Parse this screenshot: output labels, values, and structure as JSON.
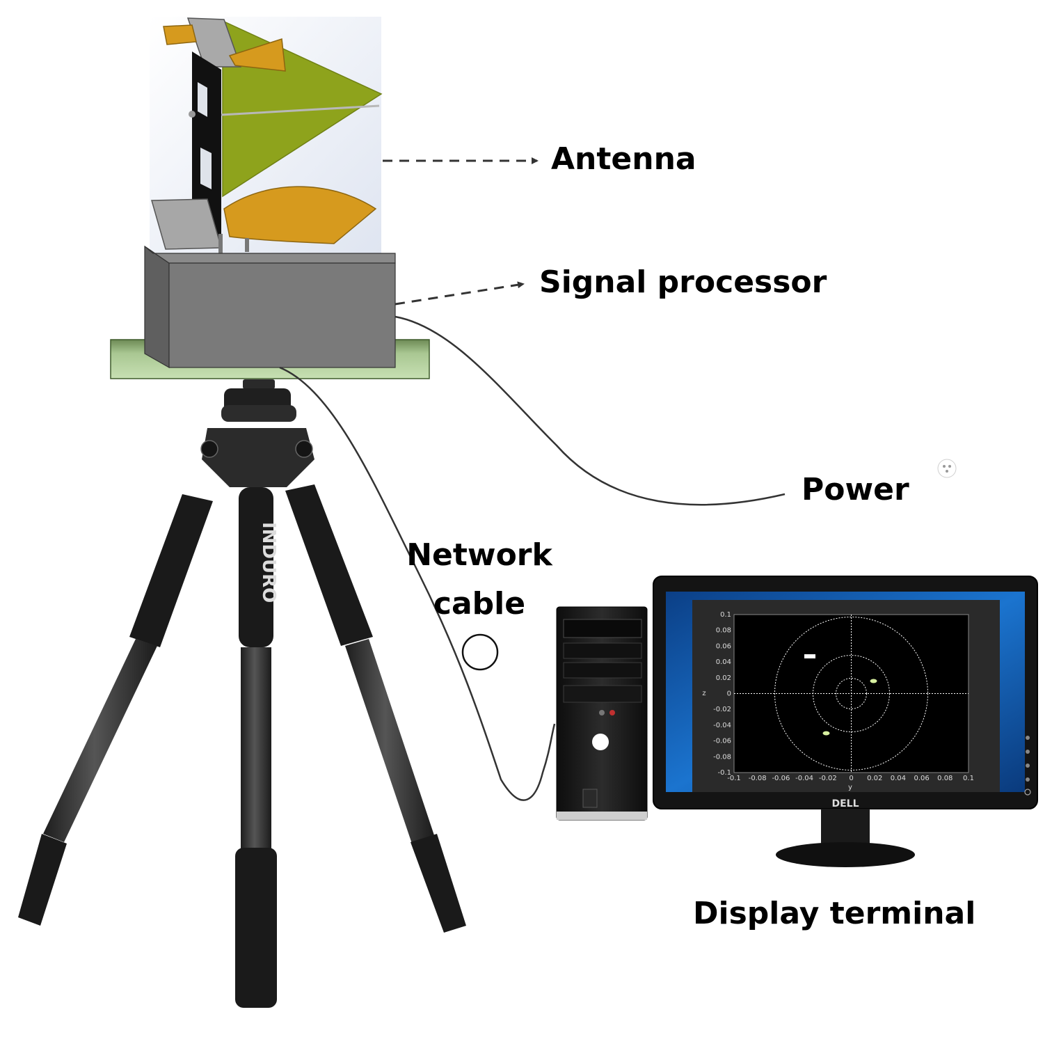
{
  "labels": {
    "antenna": "Antenna",
    "signal_processor": "Signal processor",
    "power": "Power",
    "network_line1": "Network",
    "network_line2": "cable",
    "display_terminal": "Display terminal"
  },
  "devices": {
    "tripod_brand": "INDURO",
    "monitor_brand": "DELL"
  },
  "screen_plot": {
    "x_axis_title": "y",
    "y_axis_title": "z",
    "x_ticks": [
      "-0.1",
      "-0.08",
      "-0.06",
      "-0.04",
      "-0.02",
      "0",
      "0.02",
      "0.04",
      "0.06",
      "0.08",
      "0.1"
    ],
    "y_ticks": [
      "0.1",
      "0.08",
      "0.06",
      "0.04",
      "0.02",
      "0",
      "-0.02",
      "-0.04",
      "-0.06",
      "-0.08",
      "-0.1"
    ]
  },
  "colors": {
    "antenna_green": "#8ea31c",
    "antenna_gold": "#d69a1e",
    "processor_gray": "#7a7a7a",
    "platform_green": "#b3cf9c",
    "screen_blue": "#1a6cc4"
  }
}
